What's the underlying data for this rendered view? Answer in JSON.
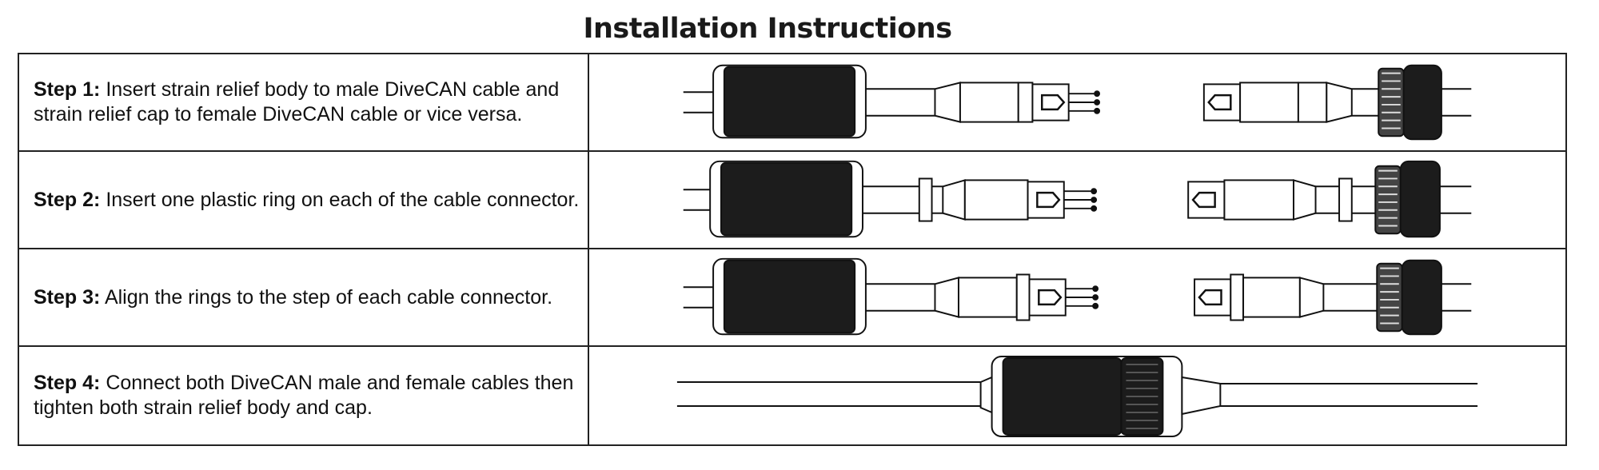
{
  "title": "Installation Instructions",
  "steps": [
    {
      "label": "Step 1:",
      "text": "Insert strain relief body to male DiveCAN cable and strain relief cap to female DiveCAN cable or vice versa."
    },
    {
      "label": "Step 2:",
      "text": "Insert one plastic ring on each of the cable connector."
    },
    {
      "label": "Step 3:",
      "text": "Align the rings to the step of each cable connector."
    },
    {
      "label": "Step 4:",
      "text": "Connect both DiveCAN male and female cables then tighten both strain relief body and cap."
    }
  ],
  "colors": {
    "ink": "#111111",
    "rubber": "#1c1c1c",
    "border": "#222222"
  }
}
